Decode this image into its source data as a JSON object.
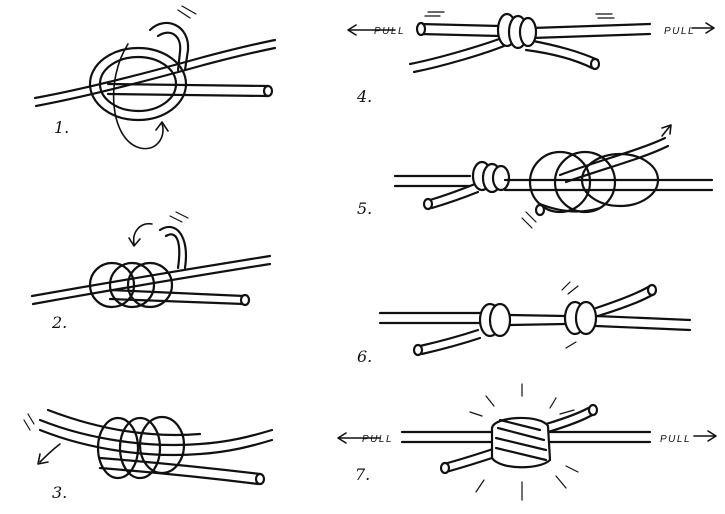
{
  "steps": [
    {
      "label": "1."
    },
    {
      "label": "2."
    },
    {
      "label": "3."
    },
    {
      "label": "4."
    },
    {
      "label": "5."
    },
    {
      "label": "6."
    },
    {
      "label": "7."
    }
  ],
  "pull_label": "PULL",
  "colors": {
    "ink": "#111111",
    "paper": "#ffffff"
  }
}
